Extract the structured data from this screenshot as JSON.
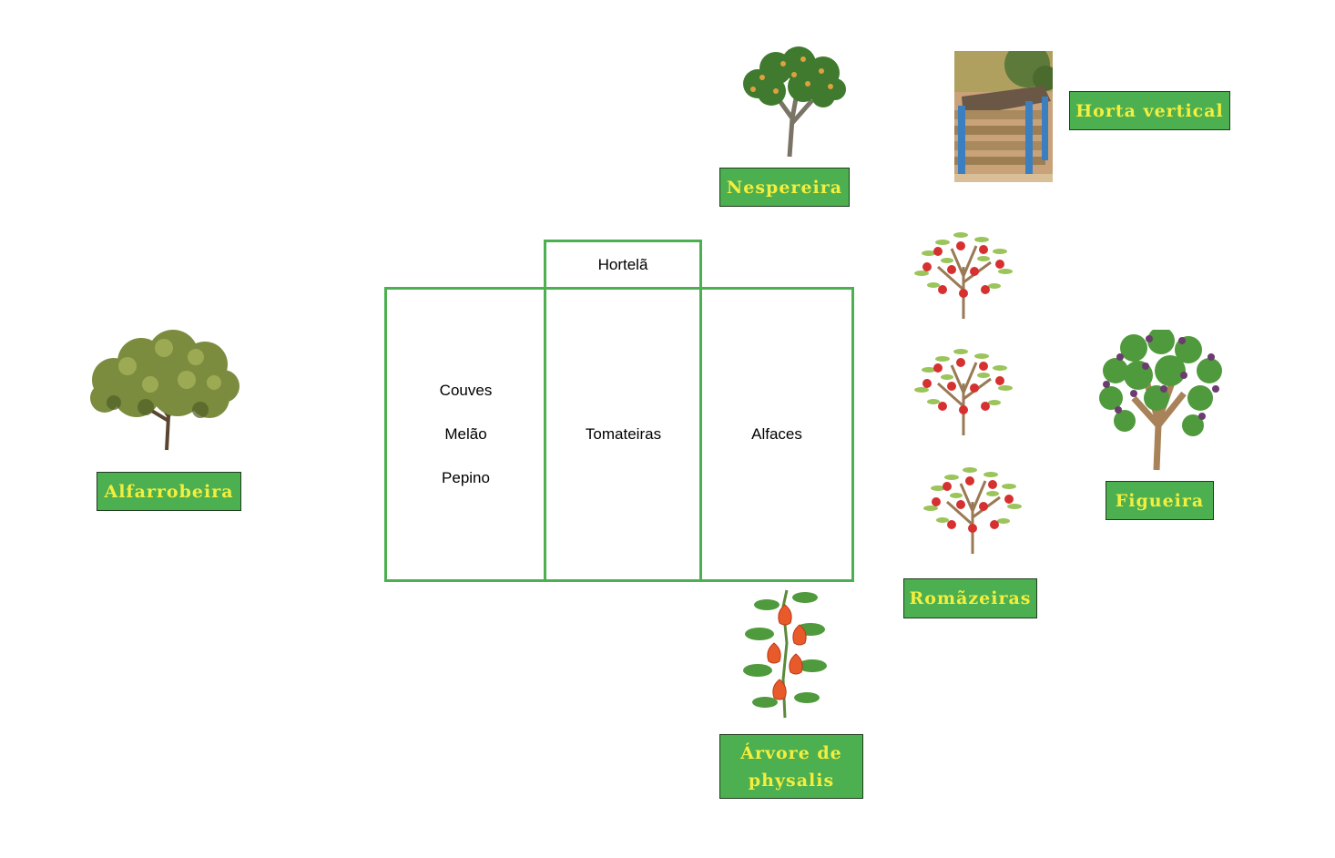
{
  "labels": {
    "alfarrobeira": "Alfarrobeira",
    "nespereira": "Nespereira",
    "horta_vertical": "Horta vertical",
    "romazeiras": "Romãzeiras",
    "figueira": "Figueira",
    "physalis_line1": "Árvore de",
    "physalis_line2": "physalis"
  },
  "beds": {
    "hortela": "Hortelã",
    "left": [
      "Couves",
      "Melão",
      "Pepino"
    ],
    "middle": "Tomateiras",
    "right": "Alfaces"
  },
  "colors": {
    "label_bg": "#4caf50",
    "label_text": "#f4ee3e",
    "bed_border": "#4caf50"
  }
}
